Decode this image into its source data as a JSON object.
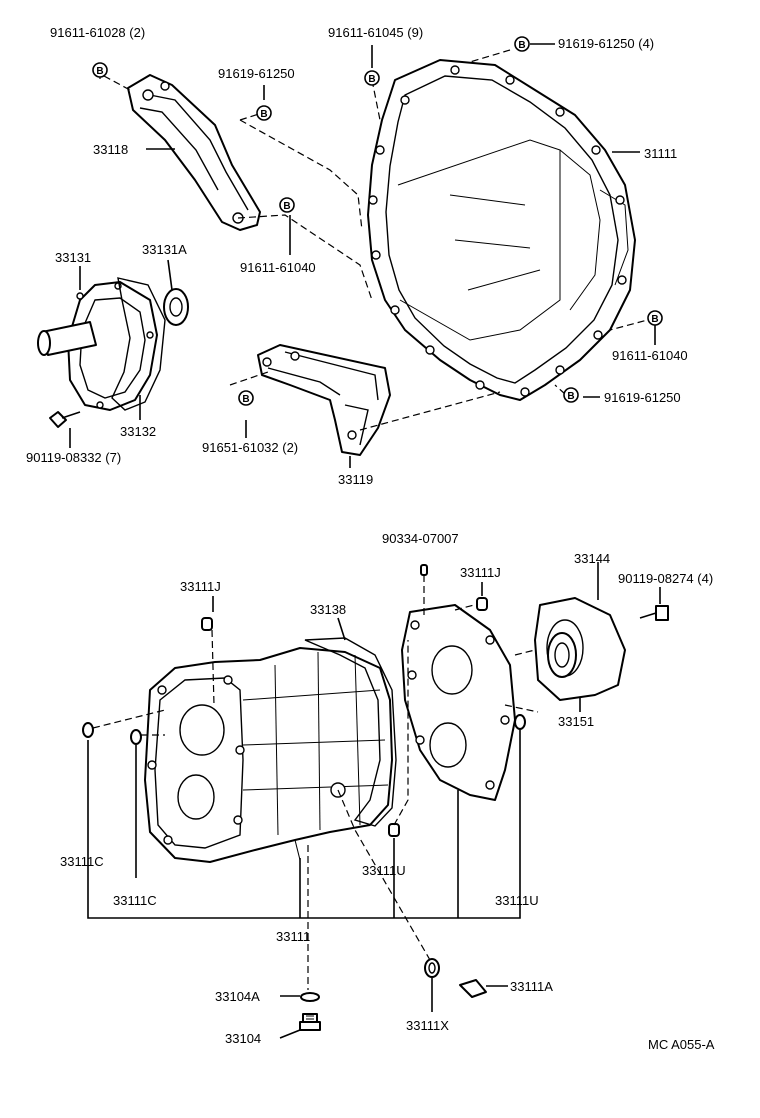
{
  "labels": {
    "p33118": "33118",
    "p33131": "33131",
    "p33131a": "33131A",
    "p33132": "33132",
    "p33119": "33119",
    "p31111": "31111",
    "p33138": "33138",
    "p33144": "33144",
    "p33151": "33151",
    "p33111j_left": "33111J",
    "p33111j_right": "33111J",
    "p33111c_outer": "33111C",
    "p33111c_inner": "33111C",
    "p33111u_mid": "33111U",
    "p33111u_right": "33111U",
    "p33111": "33111",
    "p33104a": "33104A",
    "p33104": "33104",
    "p33111x": "33111X",
    "p33111a": "33111A",
    "b_91611_61028": "91611-61028 (2)",
    "b_91611_61045": "91611-61045 (9)",
    "b_91619_61250_4": "91619-61250 (4)",
    "b_91619_61250_top": "91619-61250",
    "b_91611_61040_left": "91611-61040",
    "b_91611_61040_right": "91611-61040",
    "b_91619_61250_bot": "91619-61250",
    "b_91651_61032": "91651-61032 (2)",
    "b_90119_08332": "90119-08332 (7)",
    "b_90334_07007": "90334-07007",
    "b_90119_08274": "90119-08274 (4)",
    "code": "MC  A055-A"
  },
  "badge_letter": "B",
  "icons": {
    "bolt_badge": "circled-letter-b-icon"
  }
}
